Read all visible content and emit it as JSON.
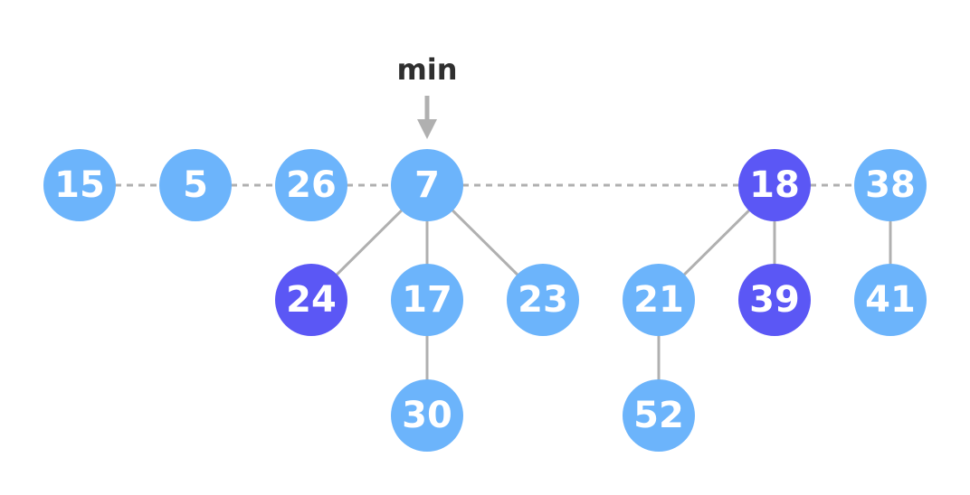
{
  "pointer": {
    "label": "min",
    "target": "7"
  },
  "colors": {
    "node_unmarked": "#6cb4fb",
    "node_marked": "#5b57f5",
    "edge": "#b0b0b0",
    "arrow": "#b0b0b0",
    "label_text": "#ffffff",
    "pointer_text": "#2f2f2f"
  },
  "nodes": [
    {
      "id": "15",
      "label": "15",
      "marked": false
    },
    {
      "id": "5",
      "label": "5",
      "marked": false
    },
    {
      "id": "26",
      "label": "26",
      "marked": false
    },
    {
      "id": "7",
      "label": "7",
      "marked": false
    },
    {
      "id": "18",
      "label": "18",
      "marked": true
    },
    {
      "id": "38",
      "label": "38",
      "marked": false
    },
    {
      "id": "24",
      "label": "24",
      "marked": true
    },
    {
      "id": "17",
      "label": "17",
      "marked": false
    },
    {
      "id": "23",
      "label": "23",
      "marked": false
    },
    {
      "id": "21",
      "label": "21",
      "marked": false
    },
    {
      "id": "39",
      "label": "39",
      "marked": true
    },
    {
      "id": "41",
      "label": "41",
      "marked": false
    },
    {
      "id": "30",
      "label": "30",
      "marked": false
    },
    {
      "id": "52",
      "label": "52",
      "marked": false
    }
  ],
  "root_list": [
    "15",
    "5",
    "26",
    "7",
    "18",
    "38"
  ],
  "tree_edges": [
    [
      "7",
      "24"
    ],
    [
      "7",
      "17"
    ],
    [
      "7",
      "23"
    ],
    [
      "17",
      "30"
    ],
    [
      "18",
      "21"
    ],
    [
      "18",
      "39"
    ],
    [
      "21",
      "52"
    ],
    [
      "38",
      "41"
    ]
  ]
}
